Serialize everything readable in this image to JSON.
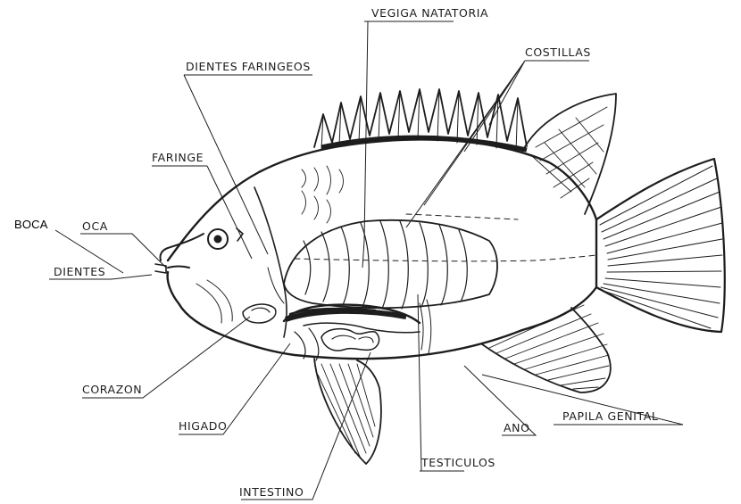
{
  "labels": {
    "vegiga_natatoria": "VEGIGA NATATORIA",
    "costillas": "COSTILLAS",
    "dientes_faringeos": "DIENTES FARINGEOS",
    "faringe": "FARINGE",
    "boca": "BOCA",
    "oca": "OCA",
    "dientes": "DIENTES",
    "corazon": "CORAZON",
    "higado": "HIGADO",
    "intestino": "INTESTINO",
    "testiculos": "TESTICULOS",
    "ano": "ANO",
    "papila_genital": "PAPILA GENITAL"
  },
  "colors": {
    "ink": "#1d1d1d",
    "background": "#ffffff"
  }
}
